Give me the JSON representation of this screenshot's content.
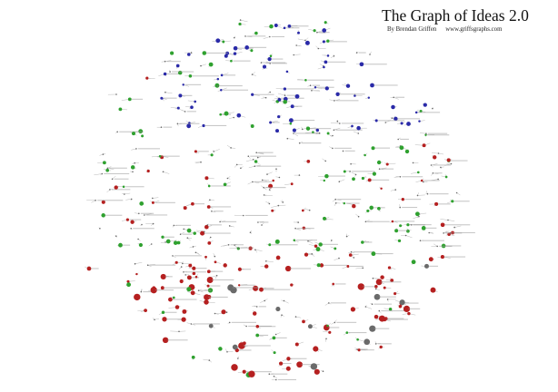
{
  "header": {
    "title": "The Graph of Ideas 2.0",
    "author": "By Brendan Griffen",
    "website": "www.griffsgraphs.com"
  },
  "legend_colors": {
    "cluster_a": "#2a2aa8",
    "cluster_b": "#2fa12f",
    "cluster_c": "#b52020",
    "node_neutral": "#6a6a6a",
    "edge": "#b9b9b9"
  }
}
